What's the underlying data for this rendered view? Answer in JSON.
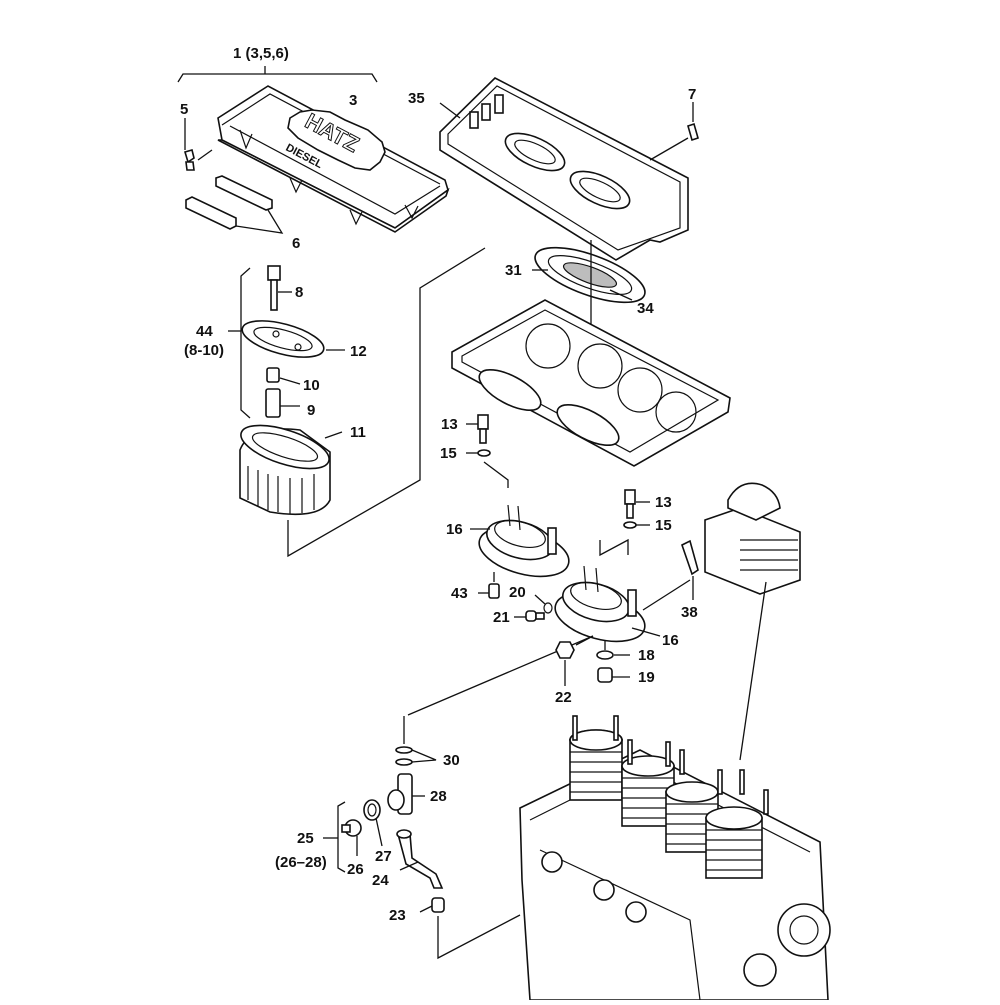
{
  "diagram": {
    "title": "Hatz Diesel engine - air cleaner, crankcase breather and cylinder head exploded view",
    "cover_text": {
      "brand": "HATZ",
      "sub": "DIESEL"
    },
    "callouts": [
      {
        "id": "c1",
        "text": "1 (3,5,6)"
      },
      {
        "id": "c3",
        "text": "3"
      },
      {
        "id": "c5",
        "text": "5"
      },
      {
        "id": "c6",
        "text": "6"
      },
      {
        "id": "c35",
        "text": "35"
      },
      {
        "id": "c7",
        "text": "7"
      },
      {
        "id": "c8",
        "text": "8"
      },
      {
        "id": "c44",
        "text": "44"
      },
      {
        "id": "c44sub",
        "text": "(8-10)"
      },
      {
        "id": "c12",
        "text": "12"
      },
      {
        "id": "c10",
        "text": "10"
      },
      {
        "id": "c9",
        "text": "9"
      },
      {
        "id": "c11",
        "text": "11"
      },
      {
        "id": "c31",
        "text": "31"
      },
      {
        "id": "c34",
        "text": "34"
      },
      {
        "id": "c13a",
        "text": "13"
      },
      {
        "id": "c15a",
        "text": "15"
      },
      {
        "id": "c13b",
        "text": "13"
      },
      {
        "id": "c15b",
        "text": "15"
      },
      {
        "id": "c16a",
        "text": "16"
      },
      {
        "id": "c43",
        "text": "43"
      },
      {
        "id": "c20",
        "text": "20"
      },
      {
        "id": "c21",
        "text": "21"
      },
      {
        "id": "c16b",
        "text": "16"
      },
      {
        "id": "c38",
        "text": "38"
      },
      {
        "id": "c18",
        "text": "18"
      },
      {
        "id": "c19",
        "text": "19"
      },
      {
        "id": "c22",
        "text": "22"
      },
      {
        "id": "c30",
        "text": "30"
      },
      {
        "id": "c28",
        "text": "28"
      },
      {
        "id": "c25",
        "text": "25"
      },
      {
        "id": "c25sub",
        "text": "(26–28)"
      },
      {
        "id": "c26",
        "text": "26"
      },
      {
        "id": "c27",
        "text": "27"
      },
      {
        "id": "c24",
        "text": "24"
      },
      {
        "id": "c23",
        "text": "23"
      }
    ]
  }
}
